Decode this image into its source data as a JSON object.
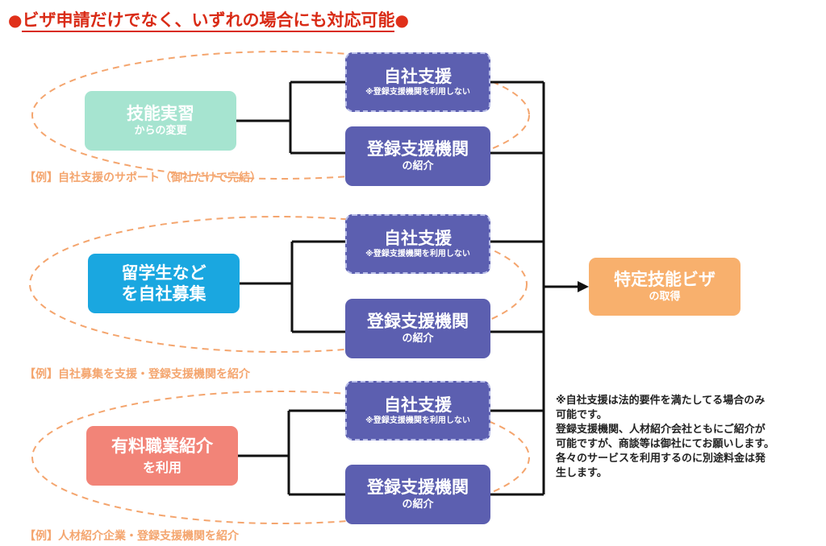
{
  "title": "ビザ申請だけでなく、いずれの場合にも対応可能",
  "title_bullet": "●",
  "colors": {
    "title": "#d92b16",
    "purple": "#5c5fb0",
    "mint": "#a6e4d0",
    "blue": "#1aa7e0",
    "salmon": "#f28478",
    "orange": "#f8b06d",
    "example_text": "#f4a56e"
  },
  "groups": [
    {
      "source": {
        "main": "技能実習",
        "sub": "からの変更"
      },
      "self_support": {
        "main": "自社支援",
        "sub": "※登録支援機関を利用しない"
      },
      "agency": {
        "main": "登録支援機関",
        "sub": "の紹介"
      },
      "example": "【例】自社支援のサポート（御社だけで完結）"
    },
    {
      "source": {
        "main": "留学生など",
        "sub": "を自社募集"
      },
      "self_support": {
        "main": "自社支援",
        "sub": "※登録支援機関を利用しない"
      },
      "agency": {
        "main": "登録支援機関",
        "sub": "の紹介"
      },
      "example": "【例】自社募集を支援・登録支援機関を紹介"
    },
    {
      "source": {
        "main": "有料職業紹介",
        "sub": "を利用"
      },
      "self_support": {
        "main": "自社支援",
        "sub": "※登録支援機関を利用しない"
      },
      "agency": {
        "main": "登録支援機関",
        "sub": "の紹介"
      },
      "example": "【例】人材紹介企業・登録支援機関を紹介"
    }
  ],
  "target": {
    "main": "特定技能ビザ",
    "sub": "の取得"
  },
  "note": [
    "※自社支援は法的要件を満たしてる場合のみ",
    "可能です。",
    "登録支援機関、人材紹介会社ともにご紹介が",
    "可能ですが、商談等は御社にてお願いします。",
    "各々のサービスを利用するのに別途料金は発",
    "生します。"
  ]
}
